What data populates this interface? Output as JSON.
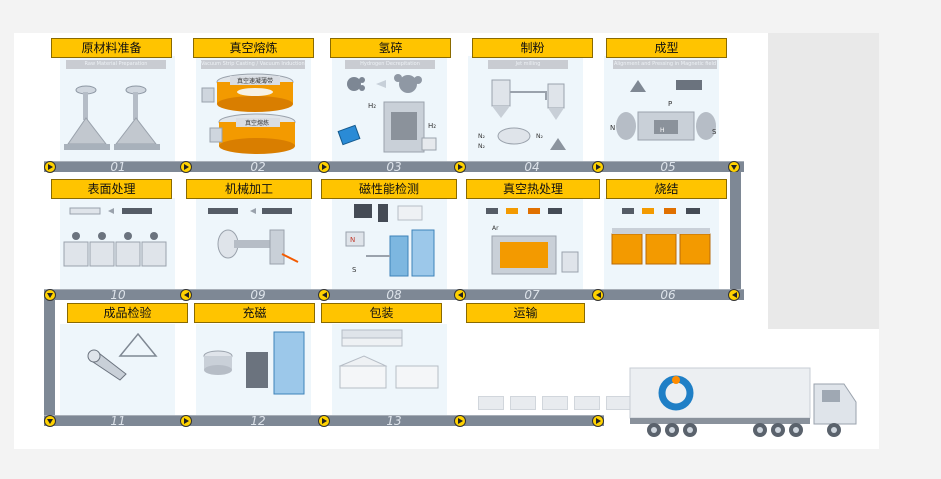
{
  "steps": [
    {
      "label": "原材料准备",
      "sub": "Raw Material Preparation",
      "num": "01"
    },
    {
      "label": "真空熔炼",
      "sub": "Vacuum Strip Casting / Vacuum Induction Melting",
      "num": "02"
    },
    {
      "label": "氢碎",
      "sub": "Hydrogen Decrepitation",
      "num": "03"
    },
    {
      "label": "制粉",
      "sub": "Jet milling",
      "num": "04"
    },
    {
      "label": "成型",
      "sub": "Alignment and Pressing in Magnetic field",
      "num": "05"
    },
    {
      "label": "烧结",
      "num": "06"
    },
    {
      "label": "真空热处理",
      "num": "07"
    },
    {
      "label": "磁性能检测",
      "num": "08"
    },
    {
      "label": "机械加工",
      "num": "09"
    },
    {
      "label": "表面处理",
      "num": "10"
    },
    {
      "label": "成品检验",
      "num": "11"
    },
    {
      "label": "充磁",
      "num": "12"
    },
    {
      "label": "包装",
      "num": "13"
    },
    {
      "label": "运输"
    }
  ],
  "illustration_text": {
    "furnace_top": "真空速凝薄带",
    "furnace_bottom": "真空熔炼",
    "h2_top": "H₂",
    "h2_side": "H₂",
    "n2_1": "N₂",
    "n2_2": "N₂",
    "n2_3": "N₂",
    "p": "P",
    "n_left": "N",
    "s_right": "S",
    "h": "H",
    "ar": "Ar",
    "magnet_n": "N",
    "magnet_s": "S"
  },
  "colors": {
    "label_bg": "#ffc400",
    "belt": "#7e8895",
    "panel": "#eef6fb",
    "accent_orange": "#f39a00",
    "truck_logo": "#1f7fc6"
  },
  "icons": [
    "arrow-right-icon",
    "arrow-left-icon",
    "arrow-down-icon",
    "truck-icon"
  ]
}
